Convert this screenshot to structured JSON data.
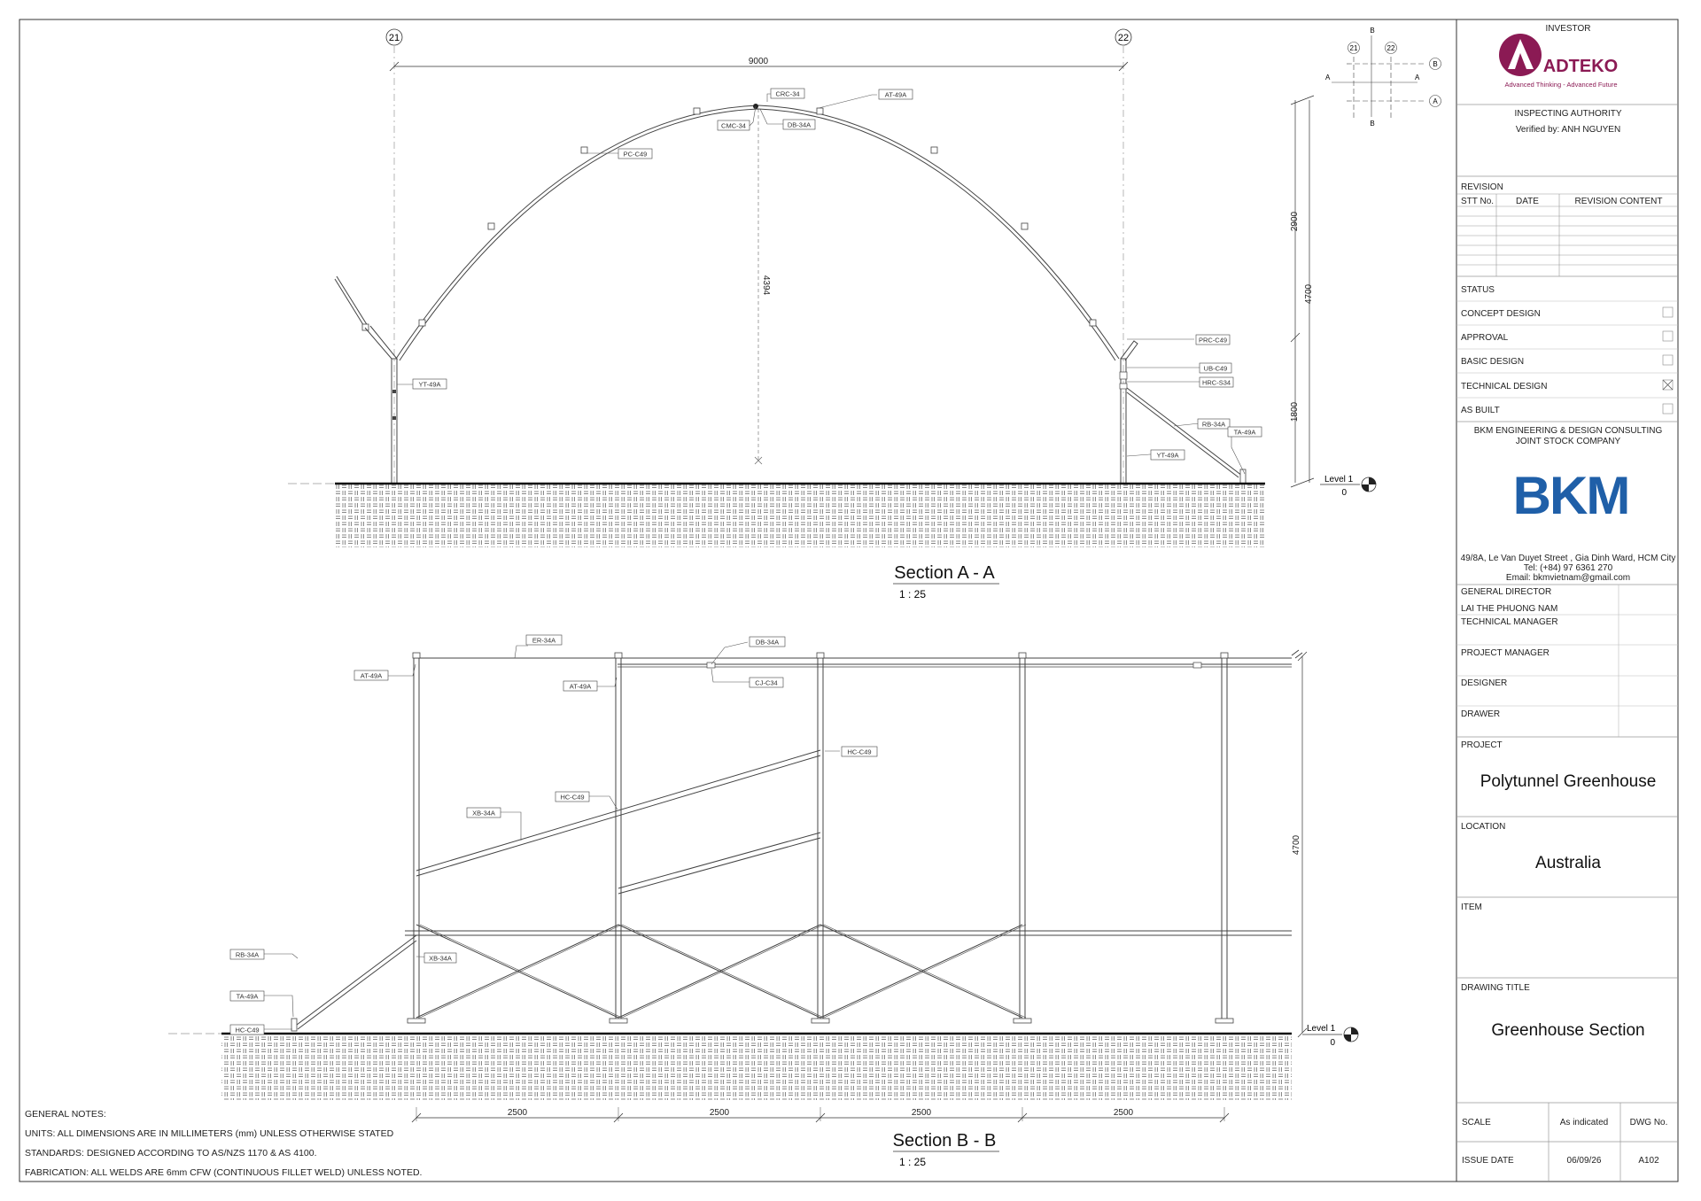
{
  "gridlines": {
    "left": "21",
    "right": "22"
  },
  "section_aa": {
    "title": "Section A - A",
    "scale": "1 : 25",
    "dims": {
      "span": "9000",
      "apex": "4394",
      "top": "2900",
      "total": "4700",
      "bottom": "1800"
    },
    "level": {
      "name": "Level 1",
      "value": "0"
    },
    "tags": {
      "crc": "CRC-34",
      "cmc": "CMC-34",
      "db": "DB-34A",
      "at": "AT-49A",
      "pc": "PC-C49",
      "yt_left": "YT-49A",
      "prc": "PRC-C49",
      "ub": "UB-C49",
      "hrc": "HRC-S34",
      "rb": "RB-34A",
      "ta": "TA-49A",
      "yt_right": "YT-49A"
    }
  },
  "section_bb": {
    "title": "Section B - B",
    "scale": "1 : 25",
    "dims": {
      "height": "4700",
      "bays": [
        "2500",
        "2500",
        "2500",
        "2500"
      ]
    },
    "level": {
      "name": "Level 1",
      "value": "0"
    },
    "tags": {
      "er": "ER-34A",
      "db": "DB-34A",
      "at_left": "AT-49A",
      "at_mid": "AT-49A",
      "cj": "CJ-C34",
      "hc_right": "HC-C49",
      "hc_mid": "HC-C49",
      "xb_upper": "XB-34A",
      "rb": "RB-34A",
      "xb_lower": "XB-34A",
      "ta": "TA-49A",
      "hc_base": "HC-C49"
    }
  },
  "key_plan": {
    "grid": [
      "21",
      "22"
    ],
    "axes": [
      "A",
      "B"
    ]
  },
  "notes": [
    "GENERAL NOTES:",
    "UNITS: ALL DIMENSIONS ARE IN MILLIMETERS (mm) UNLESS OTHERWISE STATED",
    "STANDARDS: DESIGNED ACCORDING TO AS/NZS 1170 & AS 4100.",
    "FABRICATION: ALL WELDS ARE 6mm CFW (CONTINUOUS FILLET WELD) UNLESS NOTED."
  ],
  "title_block": {
    "investor_label": "INVESTOR",
    "investor_logo_text": "ADTEKO",
    "investor_tagline": "Advanced Thinking - Advanced Future",
    "inspecting_authority": "INSPECTING AUTHORITY",
    "verified_by": "Verified by: ANH NGUYEN",
    "revision_label": "REVISION",
    "revision_headers": [
      "STT No.",
      "DATE",
      "REVISION CONTENT"
    ],
    "status_label": "STATUS",
    "statuses": [
      {
        "label": "CONCEPT DESIGN",
        "checked": false
      },
      {
        "label": "APPROVAL",
        "checked": false
      },
      {
        "label": "BASIC DESIGN",
        "checked": false
      },
      {
        "label": "TECHNICAL DESIGN",
        "checked": true
      },
      {
        "label": "AS BUILT",
        "checked": false
      }
    ],
    "company_line1": "BKM ENGINEERING & DESIGN CONSULTING",
    "company_line2": "JOINT STOCK COMPANY",
    "company_logo_text": "BKM",
    "brand_color": "#1f5fa8",
    "investor_color": "#8b1a54",
    "address": "49/8A, Le Van Duyet Street , Gia Dinh Ward, HCM City",
    "tel": "Tel: (+84) 97 6361 270",
    "email": "Email: bkmvietnam@gmail.com",
    "general_director_label": "GENERAL DIRECTOR",
    "general_director_name": "LAI THE PHUONG NAM",
    "technical_manager_label": "TECHNICAL MANAGER",
    "project_manager_label": "PROJECT MANAGER",
    "designer_label": "DESIGNER",
    "drawer_label": "DRAWER",
    "project_label": "PROJECT",
    "project_value": "Polytunnel Greenhouse",
    "location_label": "LOCATION",
    "location_value": "Australia",
    "item_label": "ITEM",
    "drawing_title_label": "DRAWING TITLE",
    "drawing_title_value": "Greenhouse Section",
    "scale_label": "SCALE",
    "scale_value": "As indicated",
    "dwg_no_label": "DWG No.",
    "issue_date_label": "ISSUE DATE",
    "issue_date_value": "06/09/26",
    "dwg_no_value": "A102"
  }
}
